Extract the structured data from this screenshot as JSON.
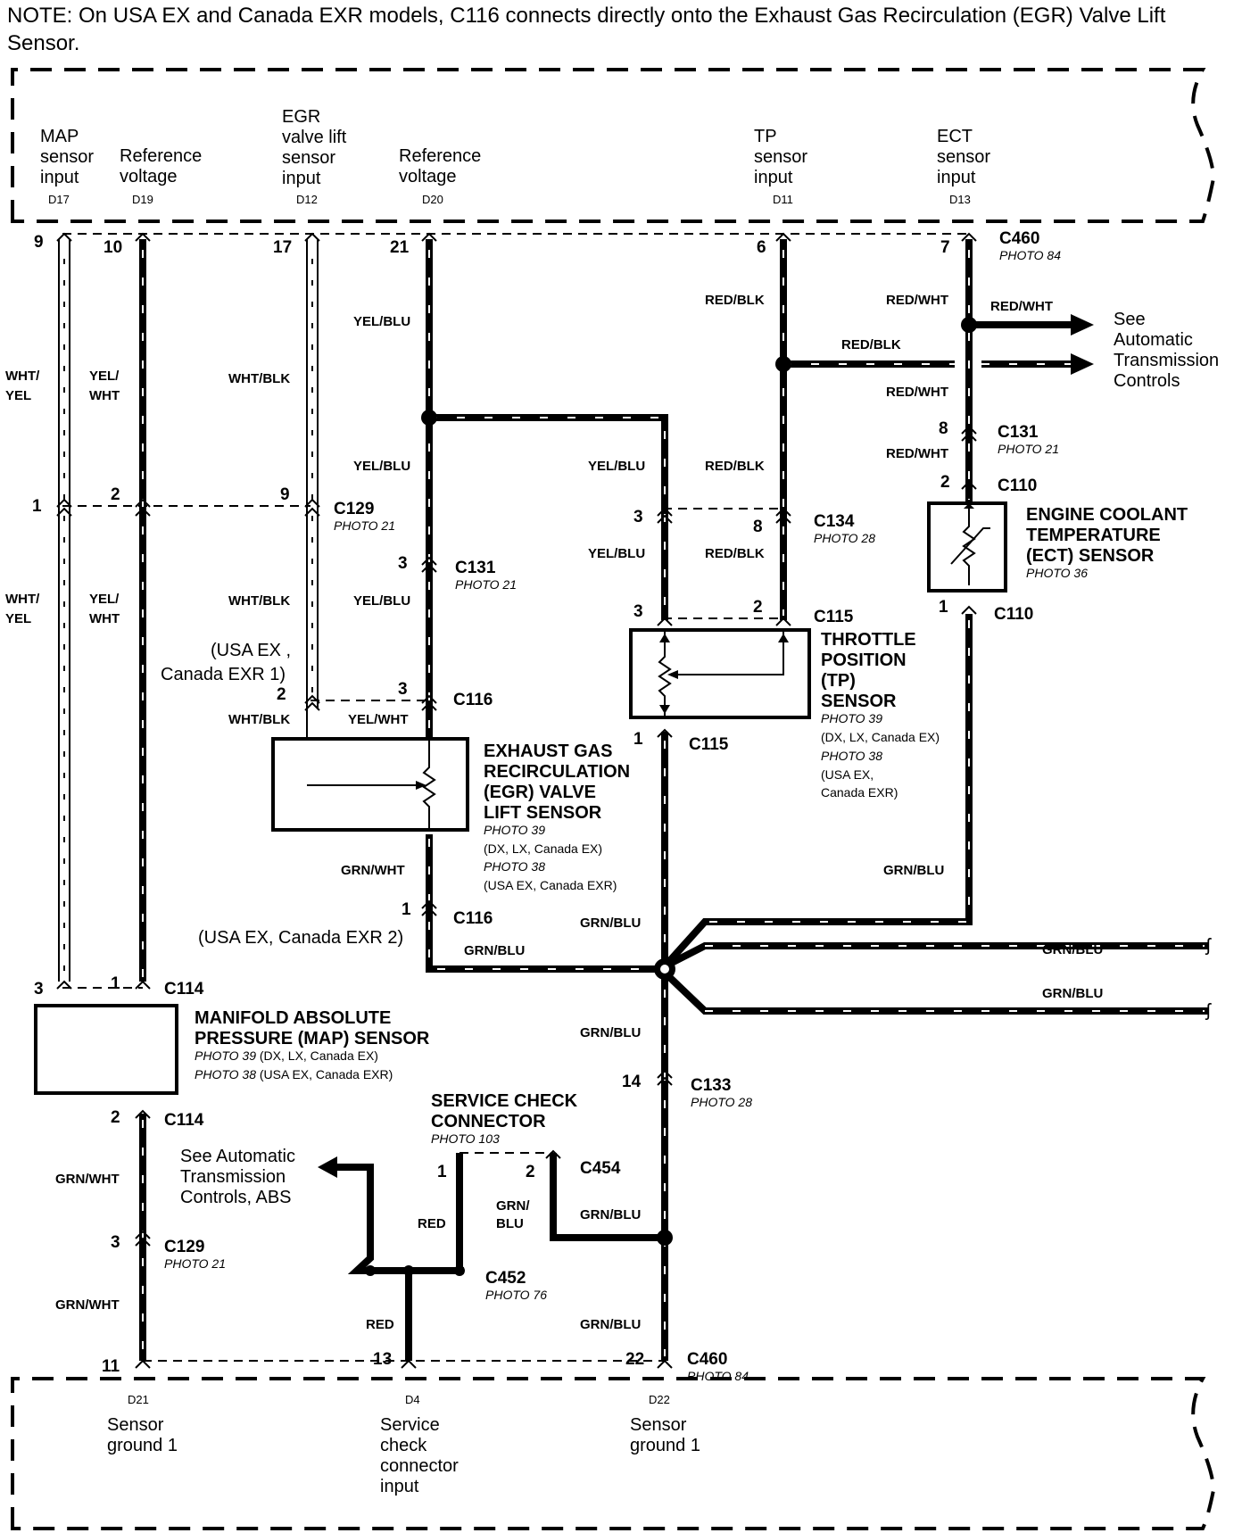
{
  "note": "NOTE: On USA EX and Canada EXR models, C116 connects directly onto the Exhaust Gas Recirculation (EGR) Valve Lift Sensor.",
  "ecm_top": [
    {
      "label": [
        "MAP",
        "sensor",
        "input"
      ],
      "terminal": "D17"
    },
    {
      "label": [
        "Reference",
        "voltage"
      ],
      "terminal": "D19"
    },
    {
      "label": [
        "EGR",
        "valve lift",
        "sensor",
        "input"
      ],
      "terminal": "D12"
    },
    {
      "label": [
        "Reference",
        "voltage"
      ],
      "terminal": "D20"
    },
    {
      "label": [
        "TP",
        "sensor",
        "input"
      ],
      "terminal": "D11"
    },
    {
      "label": [
        "ECT",
        "sensor",
        "input"
      ],
      "terminal": "D13"
    }
  ],
  "ecm_bottom": [
    {
      "label": [
        "Sensor",
        "ground 1"
      ],
      "terminal": "D21"
    },
    {
      "label": [
        "Service",
        "check",
        "connector",
        "input"
      ],
      "terminal": "D4"
    },
    {
      "label": [
        "Sensor",
        "ground 1"
      ],
      "terminal": "D22"
    }
  ],
  "pins": {
    "p9": "9",
    "p10": "10",
    "p17": "17",
    "p21": "21",
    "p6": "6",
    "p7": "7",
    "c129_1": "1",
    "c129_2": "2",
    "c129_9": "9",
    "c131_3": "3",
    "c116_3": "3",
    "c116_2": "2",
    "c116_1": "1",
    "c134_3": "3",
    "c134_8": "8",
    "c115_3": "3",
    "c115_2": "2",
    "c115_1": "1",
    "c131_8": "8",
    "c110_2": "2",
    "c110_1": "1",
    "c114_3": "3",
    "c114_1": "1",
    "c114_2": "2",
    "c129b_3": "3",
    "c133_14": "14",
    "c454_1": "1",
    "c454_2": "2",
    "b11": "11",
    "b13": "13",
    "b22": "22"
  },
  "connectors": {
    "c460_top": "C460",
    "c460_bot": "C460",
    "c129": "C129",
    "c129b": "C129",
    "c131a": "C131",
    "c131b": "C131",
    "c116a": "C116",
    "c116b": "C116",
    "c134": "C134",
    "c115a": "C115",
    "c115b": "C115",
    "c110a": "C110",
    "c110b": "C110",
    "c114a": "C114",
    "c114b": "C114",
    "c133": "C133",
    "c454": "C454",
    "c452": "C452"
  },
  "photos": {
    "c460_top": "PHOTO 84",
    "c460_bot": "PHOTO 84",
    "c129": "PHOTO 21",
    "c129b": "PHOTO 21",
    "c131a": "PHOTO 21",
    "c131b": "PHOTO 21",
    "c134": "PHOTO 28",
    "c133": "PHOTO 28",
    "c452": "PHOTO 76",
    "ect": "PHOTO 36",
    "scc": "PHOTO 103",
    "p39": "PHOTO 39",
    "p38": "PHOTO 38"
  },
  "wire_colors": {
    "wht_yel_1": "WHT/",
    "wht_yel_2": "YEL",
    "yel_wht_1": "YEL/",
    "yel_wht_2": "WHT",
    "wht_blk": "WHT/BLK",
    "yel_blu": "YEL/BLU",
    "yel_wht": "YEL/WHT",
    "red_blk": "RED/BLK",
    "red_wht": "RED/WHT",
    "grn_wht": "GRN/WHT",
    "grn_blu": "GRN/BLU",
    "grn_1": "GRN/",
    "grn_2": "BLU",
    "red": "RED"
  },
  "components": {
    "egr_title": [
      "EXHAUST GAS",
      "RECIRCULATION",
      "(EGR) VALVE",
      "LIFT SENSOR"
    ],
    "egr_models": [
      "(DX, LX, Canada EX)",
      "(USA EX, Canada EXR)"
    ],
    "tp_title": [
      "THROTTLE",
      "POSITION",
      "(TP)",
      "SENSOR"
    ],
    "tp_models": [
      "(DX, LX, Canada EX)",
      "(USA EX,",
      "Canada EXR)"
    ],
    "ect_title": [
      "ENGINE COOLANT",
      "TEMPERATURE",
      "(ECT) SENSOR"
    ],
    "map_title": [
      "MANIFOLD ABSOLUTE",
      "PRESSURE (MAP) SENSOR"
    ],
    "map_models": [
      "(DX, LX, Canada EX)",
      "(USA EX, Canada EXR)"
    ],
    "scc_title": [
      "SERVICE CHECK",
      "CONNECTOR"
    ]
  },
  "notes": {
    "usa_ex_1a": "(USA EX ,",
    "usa_ex_1b": "Canada EXR 1)",
    "usa_ex_2": "(USA EX, Canada EXR 2)",
    "see_at": [
      "See",
      "Automatic",
      "Transmission",
      "Controls"
    ],
    "see_at_abs": [
      "See Automatic",
      "Transmission",
      "Controls, ABS"
    ]
  }
}
